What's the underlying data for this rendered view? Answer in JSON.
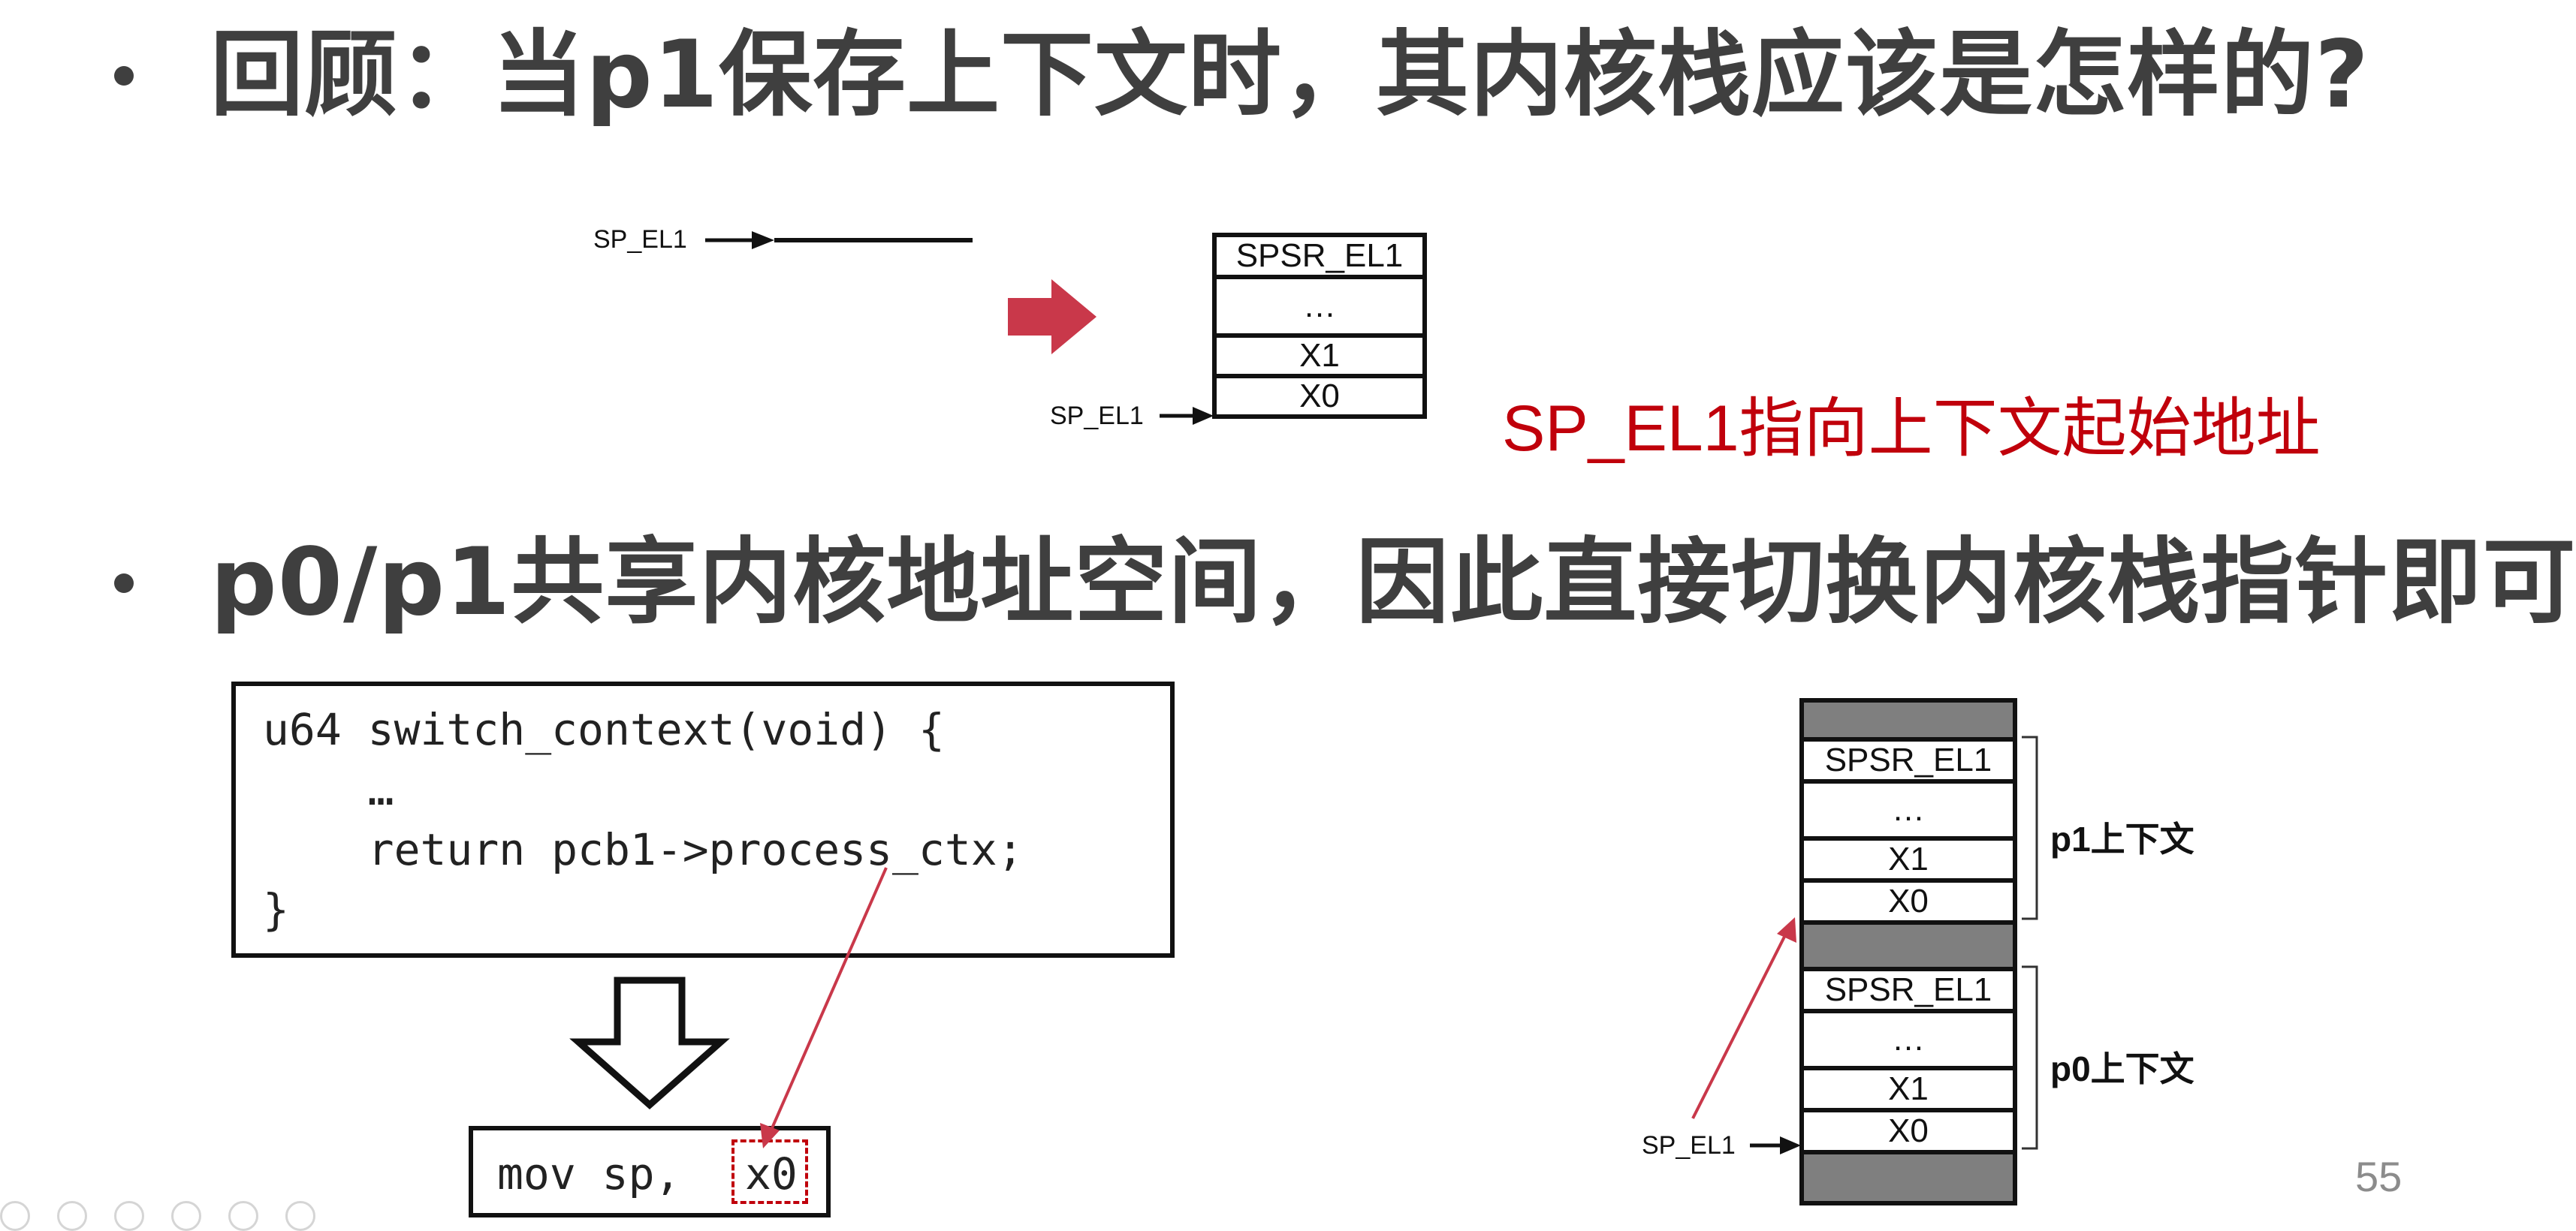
{
  "headings": {
    "first": "回顾：当p1保存上下文时，其内核栈应该是怎样的?",
    "second": "p0/p1共享内核地址空间，因此直接切换内核栈指针即可"
  },
  "top_diagram": {
    "sp_label_before": "SP_EL1",
    "sp_label_after": "SP_EL1",
    "stack_cells": [
      "SPSR_EL1",
      "…",
      "X1",
      "X0"
    ],
    "note": "SP_EL1指向上下文起始地址"
  },
  "code": {
    "lines": [
      "u64 switch_context(void) {",
      "    …",
      "    return pcb1->process_ctx;",
      "}"
    ],
    "asm_prefix": "mov sp, ",
    "asm_reg": "x0"
  },
  "right_stack": {
    "p1_cells": [
      "SPSR_EL1",
      "…",
      "X1",
      "X0"
    ],
    "p0_cells": [
      "SPSR_EL1",
      "…",
      "X1",
      "X0"
    ],
    "p1_label": "p1上下文",
    "p0_label": "p0上下文",
    "sp_label": "SP_EL1"
  },
  "page_number": "55",
  "colors": {
    "accent_red": "#c0000b",
    "arrow_red": "#c9384a",
    "text": "#3f3f3f",
    "grey_cell": "#7f7f7f"
  }
}
